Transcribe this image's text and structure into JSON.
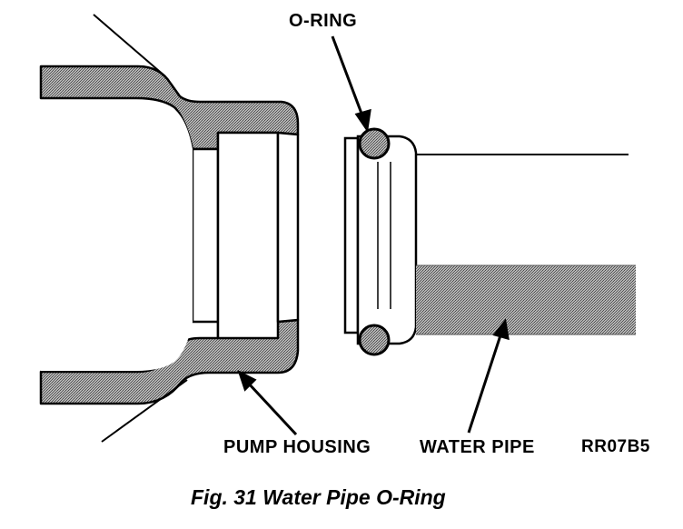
{
  "labels": {
    "o_ring": "O-RING",
    "pump_housing": "PUMP HOUSING",
    "water_pipe": "WATER PIPE",
    "figure_code": "RR07B5"
  },
  "caption": "Fig. 31 Water Pipe O-Ring",
  "colors": {
    "ink": "#000000",
    "metal_fill": "#9a9a9a",
    "background": "#ffffff"
  }
}
